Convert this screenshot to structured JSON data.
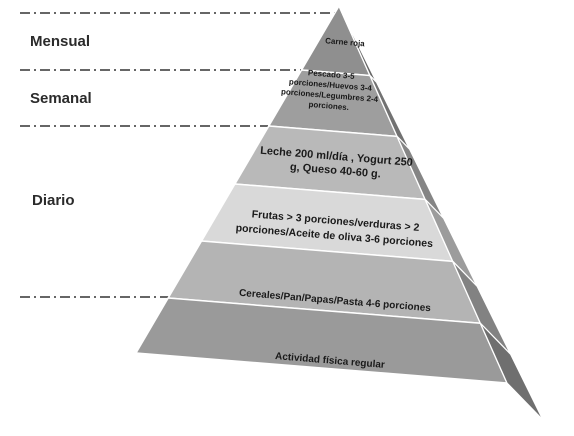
{
  "frequency_labels": {
    "mensual": "Mensual",
    "semanal": "Semanal",
    "diario": "Diario"
  },
  "tiers": [
    {
      "name": "tier-carne",
      "lines": [
        "Carne roja"
      ],
      "color": "#8f8f8f"
    },
    {
      "name": "tier-pescado",
      "lines": [
        "Pescado 3-5",
        "porciones/Huevos 3-4",
        "porciones/Legumbres 2-4",
        "porciones."
      ],
      "color": "#9e9e9e"
    },
    {
      "name": "tier-lacteos",
      "lines": [
        "Leche 200 ml/día , Yogurt 250",
        "g, Queso 40-60 g."
      ],
      "color": "#b9b9b9"
    },
    {
      "name": "tier-frutas",
      "lines": [
        "Frutas > 3 porciones/verduras > 2",
        "porciones/Aceite de oliva 3-6 porciones"
      ],
      "color": "#d9d9d9"
    },
    {
      "name": "tier-cereales",
      "lines": [
        "Cereales/Pan/Papas/Pasta  4-6 porciones"
      ],
      "color": "#b4b4b4"
    },
    {
      "name": "tier-actividad",
      "lines": [
        "Actividad física regular"
      ],
      "color": "#9a9a9a"
    }
  ]
}
